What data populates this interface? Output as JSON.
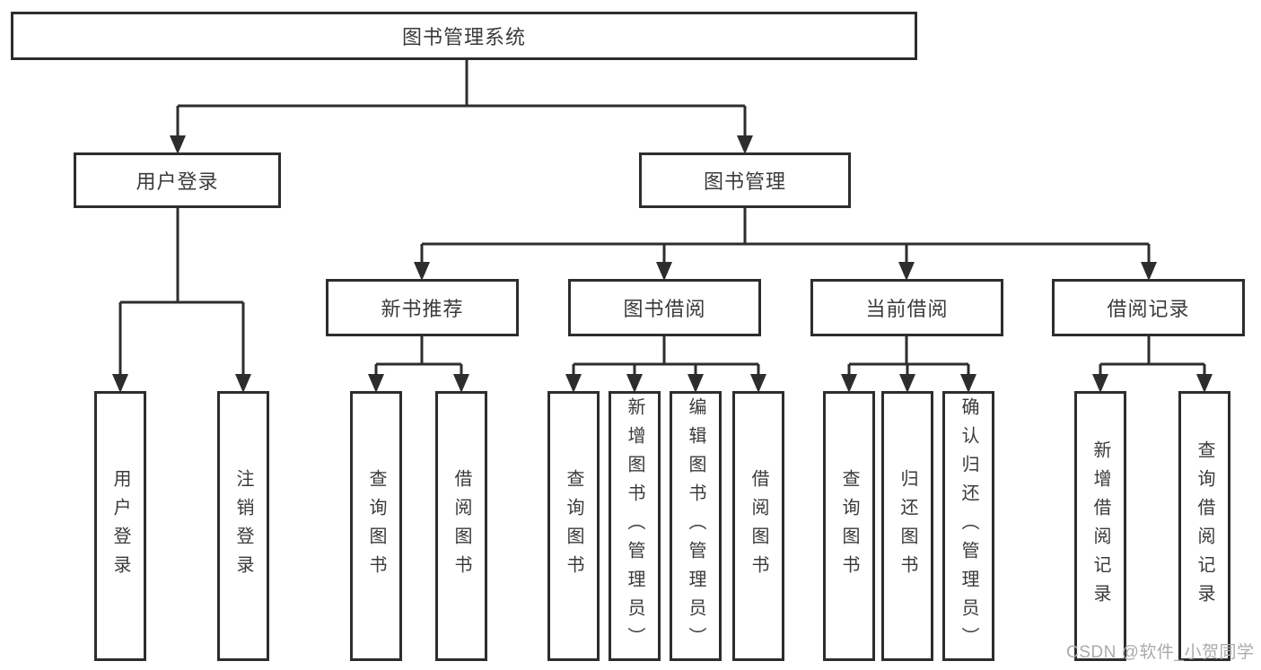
{
  "colors": {
    "line": "#2d2d2d",
    "box_border": "#2d2d2d",
    "text": "#3a3a3a",
    "background": "#ffffff",
    "watermark": "#ababab"
  },
  "tree": {
    "root": {
      "label": "图书管理系统"
    },
    "children": [
      {
        "label": "用户登录",
        "children": [
          {
            "label": "用户登录"
          },
          {
            "label": "注销登录"
          }
        ]
      },
      {
        "label": "图书管理",
        "children": [
          {
            "label": "新书推荐",
            "children": [
              {
                "label": "查询图书"
              },
              {
                "label": "借阅图书"
              }
            ]
          },
          {
            "label": "图书借阅",
            "children": [
              {
                "label": "查询图书"
              },
              {
                "label": "新增图书（管理员）"
              },
              {
                "label": "编辑图书（管理员）"
              },
              {
                "label": "借阅图书"
              }
            ]
          },
          {
            "label": "当前借阅",
            "children": [
              {
                "label": "查询图书"
              },
              {
                "label": "归还图书"
              },
              {
                "label": "确认归还（管理员）"
              }
            ]
          },
          {
            "label": "借阅记录",
            "children": [
              {
                "label": "新增借阅记录"
              },
              {
                "label": "查询借阅记录"
              }
            ]
          }
        ]
      }
    ]
  },
  "watermark": {
    "text": "CSDN @软件_小贺同学"
  }
}
